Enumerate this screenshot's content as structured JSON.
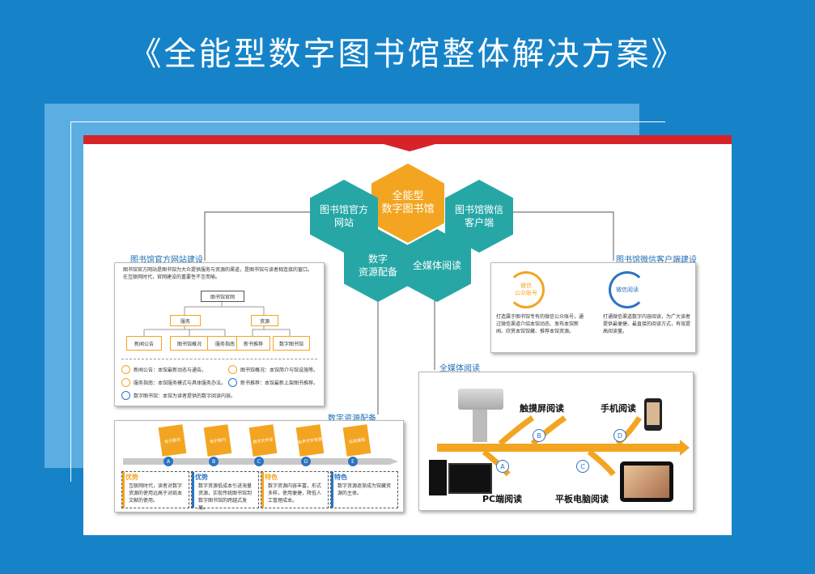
{
  "title": "《全能型数字图书馆整体解决方案》",
  "hexes": {
    "center": "全能型\n数字图书馆",
    "website": "图书馆官方\n网站",
    "wechat": "图书馆微信\n客户端",
    "resources": "数字\n资源配备",
    "media": "全媒体阅读"
  },
  "sections": {
    "website": "图书馆官方网站建设",
    "wechat": "图书馆微信客户端建设",
    "resources": "数字资源配备",
    "media": "全媒体阅读"
  },
  "website": {
    "intro": "图书馆官方网站是图书馆为大众提供服务与资源的渠道，是图书馆与读者相连接的窗口。在互联网时代，官网建设的重要性不言而喻。",
    "tree": {
      "root": "图书馆官网",
      "l1": [
        "服务",
        "资源"
      ],
      "l2": [
        "新闻公告",
        "图书馆概况",
        "服务指南",
        "新书推荐",
        "数字图书馆"
      ]
    },
    "legend": [
      "新闻公告：本馆最新动态与通告。",
      "图书馆概况：本馆简介与馆设施等。",
      "服务指南：本馆服务模式与具体服务办法。",
      "新书推荐：本馆最新上架图书推荐。",
      "数字图书馆：本馆为读者提供的数字阅读内容。"
    ]
  },
  "wechat": {
    "circle1": "微信\n公众账号",
    "circle2": "微信阅读",
    "text1": "打造属于图书馆专有的微信公众账号，通过微信渠道介绍本馆动态、发布本馆新闻、欣赏本馆馆藏、推荐本馆资源。",
    "text2": "打通微信渠道数字内容阅读，为广大读者提供最便捷、最直接的阅读方式，有效提高阅读量。"
  },
  "resources": {
    "books": [
      "电子图书",
      "电子期刊",
      "数字文件库",
      "有声文字资源",
      "在线课程"
    ],
    "letters": [
      "A",
      "B",
      "C",
      "D",
      "E"
    ],
    "features": [
      {
        "title": "优势",
        "text": "互联网时代，读者对数字资源的使用远高于对纸本文献的使用。"
      },
      {
        "title": "优势",
        "text": "数字资源低成本引进海量资源，实现传统图书馆到数字图书馆的跨越式发展。"
      },
      {
        "title": "特色",
        "text": "数字资源内容丰富，形式多样，使用便捷，降低人工管理成本。"
      },
      {
        "title": "特色",
        "text": "数字资源逐渐成为馆藏资源的主体。"
      }
    ]
  },
  "media": {
    "labels": [
      "触摸屏阅读",
      "手机阅读",
      "PC端阅读",
      "平板电脑阅读"
    ],
    "letters": [
      "A",
      "B",
      "C",
      "D"
    ]
  },
  "colors": {
    "blue_bg": "#1683c9",
    "teal": "#26a7a6",
    "orange": "#f3a521",
    "red": "#d6232a",
    "link_blue": "#1f6fb6"
  }
}
